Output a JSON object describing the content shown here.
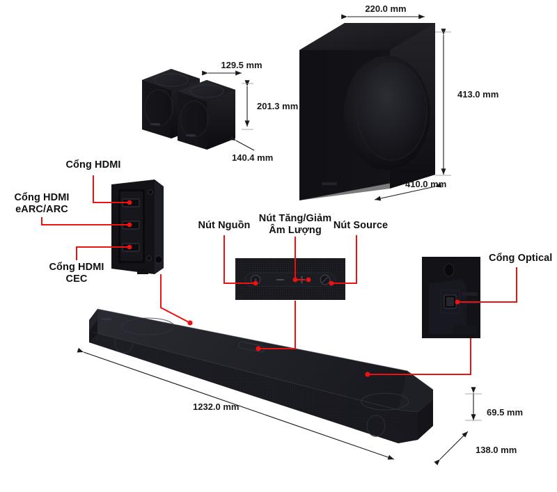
{
  "page": {
    "background": "#ffffff",
    "callout_color": "#ee1111",
    "dimension_color": "#1a1a1a",
    "product_color": "#15151a"
  },
  "units": "mm",
  "dimensions": {
    "rear_speaker": {
      "width": "129.5 mm",
      "height": "201.3 mm",
      "depth": "140.4 mm"
    },
    "subwoofer": {
      "width": "220.0 mm",
      "height": "413.0 mm",
      "depth": "410.0 mm"
    },
    "soundbar": {
      "length": "1232.0 mm",
      "height": "69.5 mm",
      "depth": "138.0 mm"
    }
  },
  "callouts": {
    "hdmi_out": "Cổng HDMI",
    "hdmi_earc": "Cổng HDMI\neARC/ARC",
    "hdmi_cec": "Cổng HDMI\nCEC",
    "power_button": "Nút Nguồn",
    "volume_button": "Nút Tăng/Giảm\nÂm Lượng",
    "source_button": "Nút Source",
    "optical_port": "Cổng Optical"
  }
}
